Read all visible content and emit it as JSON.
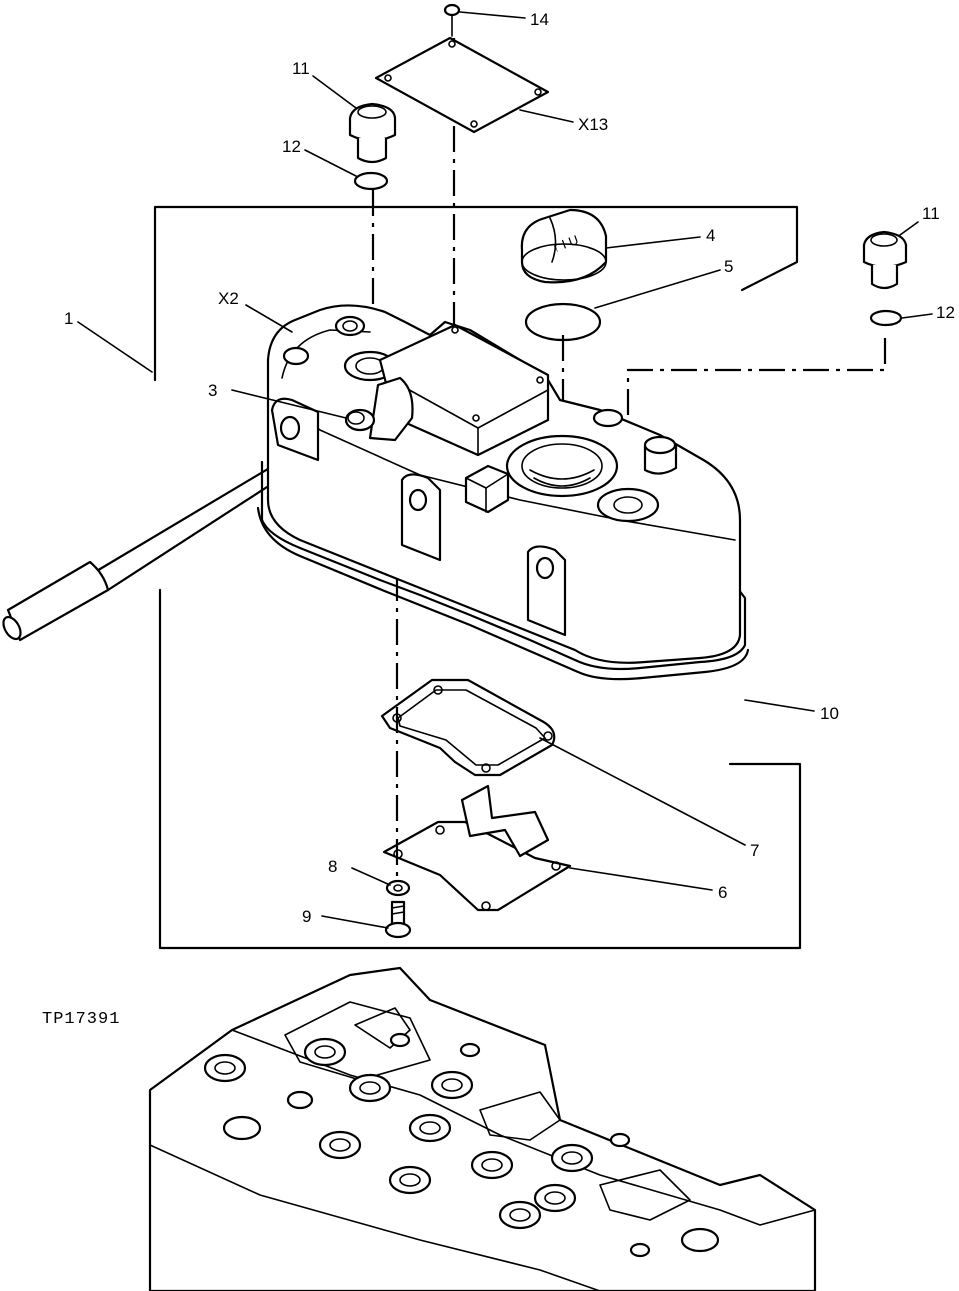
{
  "labels": {
    "l1": "1",
    "l3": "3",
    "l4": "4",
    "l5": "5",
    "l6": "6",
    "l7": "7",
    "l8": "8",
    "l9": "9",
    "l10": "10",
    "l11a": "11",
    "l11b": "11",
    "l12a": "12",
    "l12b": "12",
    "l14": "14",
    "lx2": "X2",
    "lx13": "X13"
  },
  "figure_id": "TP17391"
}
